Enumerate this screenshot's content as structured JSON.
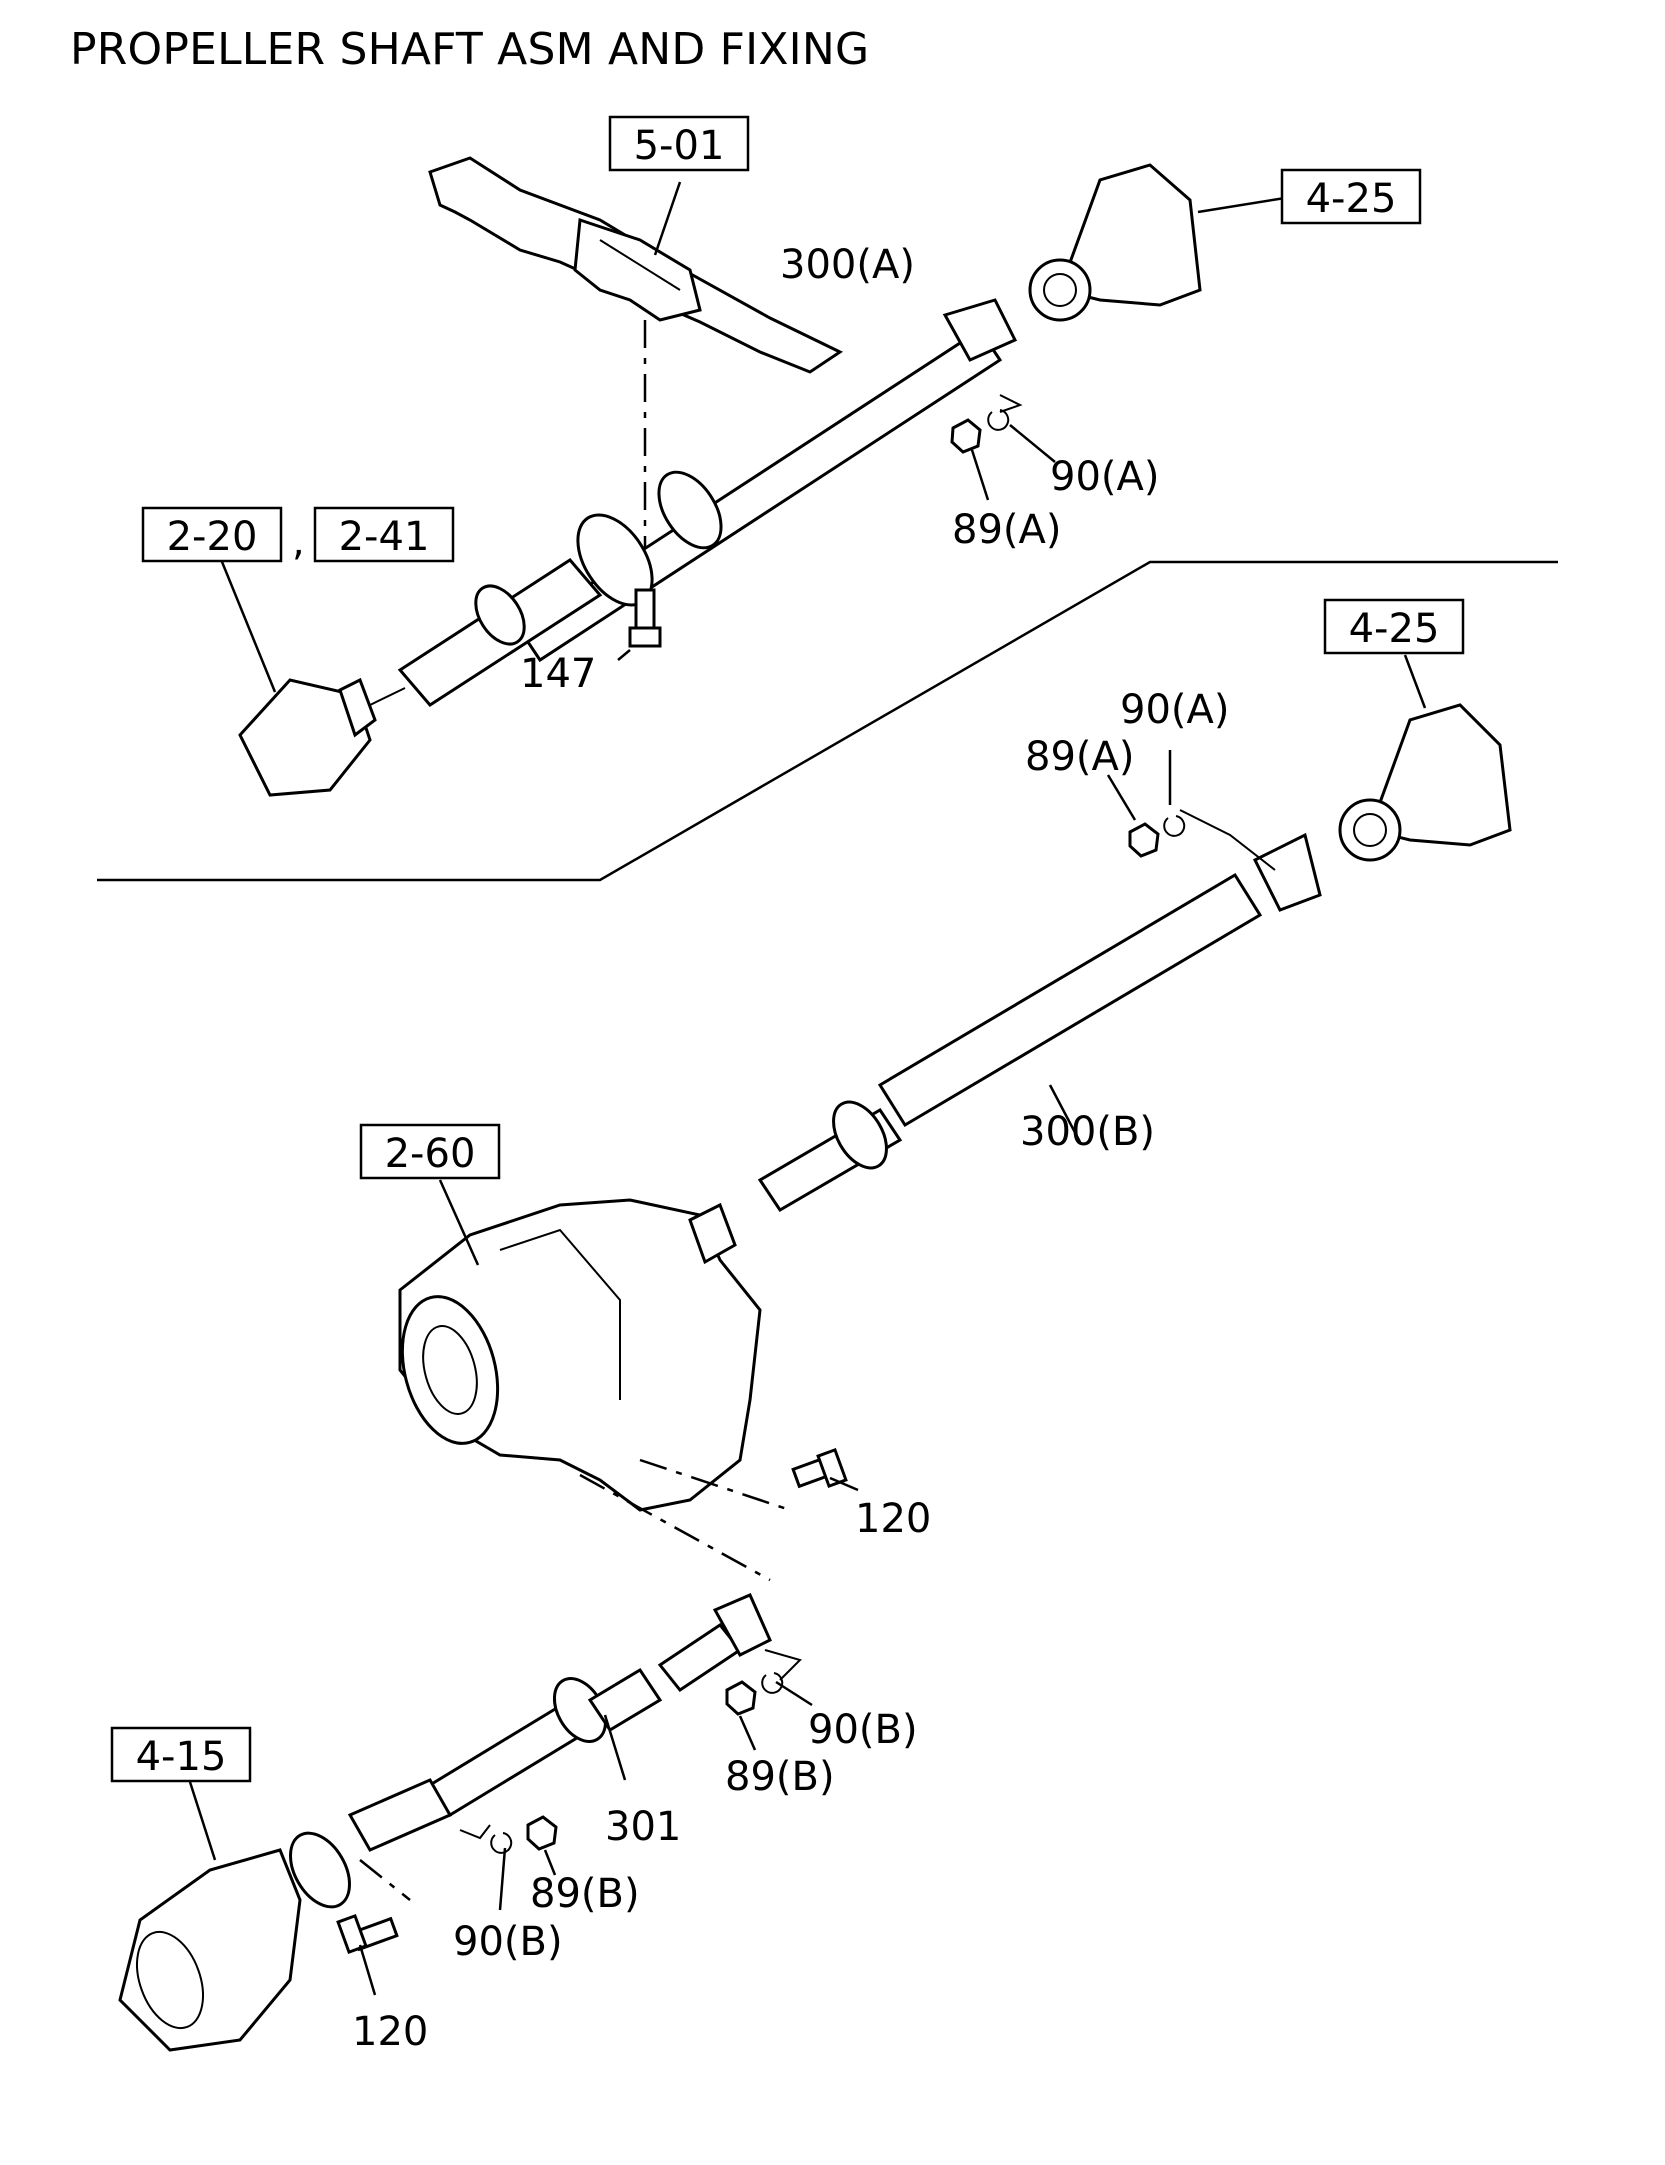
{
  "title": "PROPELLER SHAFT ASM AND FIXING",
  "boxes": {
    "b501": "5-01",
    "b425_top": "4-25",
    "b220": "2-20",
    "b241": "2-41",
    "b425_mid": "4-25",
    "b260": "2-60",
    "b415": "4-15"
  },
  "separator": ",",
  "labels": {
    "l300a": "300(A)",
    "l90a_top": "90(A)",
    "l89a_top": "89(A)",
    "l147": "147",
    "l90a_mid": "90(A)",
    "l89a_mid": "89(A)",
    "l300b": "300(B)",
    "l120_mid": "120",
    "l90b_right": "90(B)",
    "l89b_right": "89(B)",
    "l301": "301",
    "l89b_left": "89(B)",
    "l90b_left": "90(B)",
    "l120_bottom": "120"
  }
}
